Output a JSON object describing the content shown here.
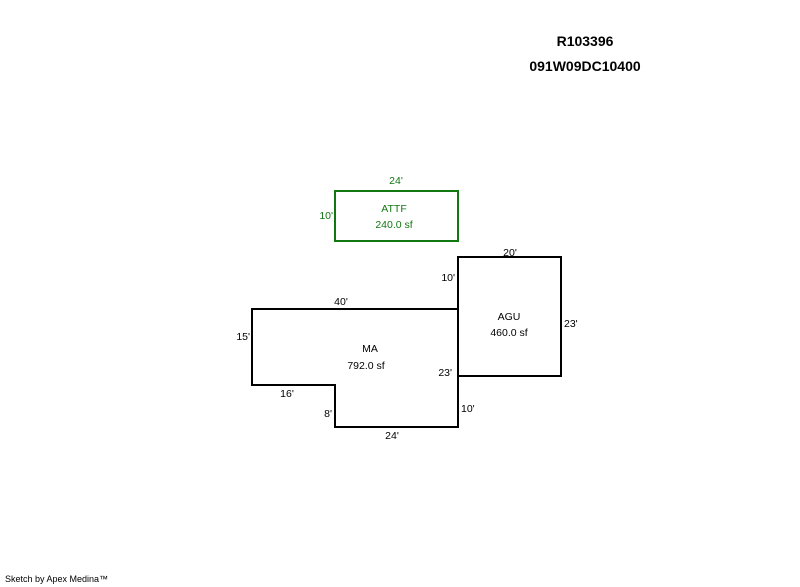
{
  "header": {
    "parcel_id": "R103396",
    "map_id": "091W09DC10400"
  },
  "colors": {
    "attf": "#117711",
    "main": "#000000"
  },
  "areas": {
    "attf": {
      "label": "ATTF",
      "area": "240.0 sf",
      "dims": {
        "top": "24'",
        "left": "10'"
      }
    },
    "agu": {
      "label": "AGU",
      "area": "460.0 sf",
      "dims": {
        "top": "20'",
        "right": "23'",
        "left_upper": "10'",
        "left_lower": "23'"
      }
    },
    "ma": {
      "label": "MA",
      "area": "792.0 sf",
      "dims": {
        "top": "40'",
        "left": "15'",
        "step_bottom": "16'",
        "step_side": "8'",
        "bottom": "24'",
        "right_lower": "10'"
      }
    }
  },
  "footer": {
    "credit": "Sketch by Apex Medina™"
  }
}
